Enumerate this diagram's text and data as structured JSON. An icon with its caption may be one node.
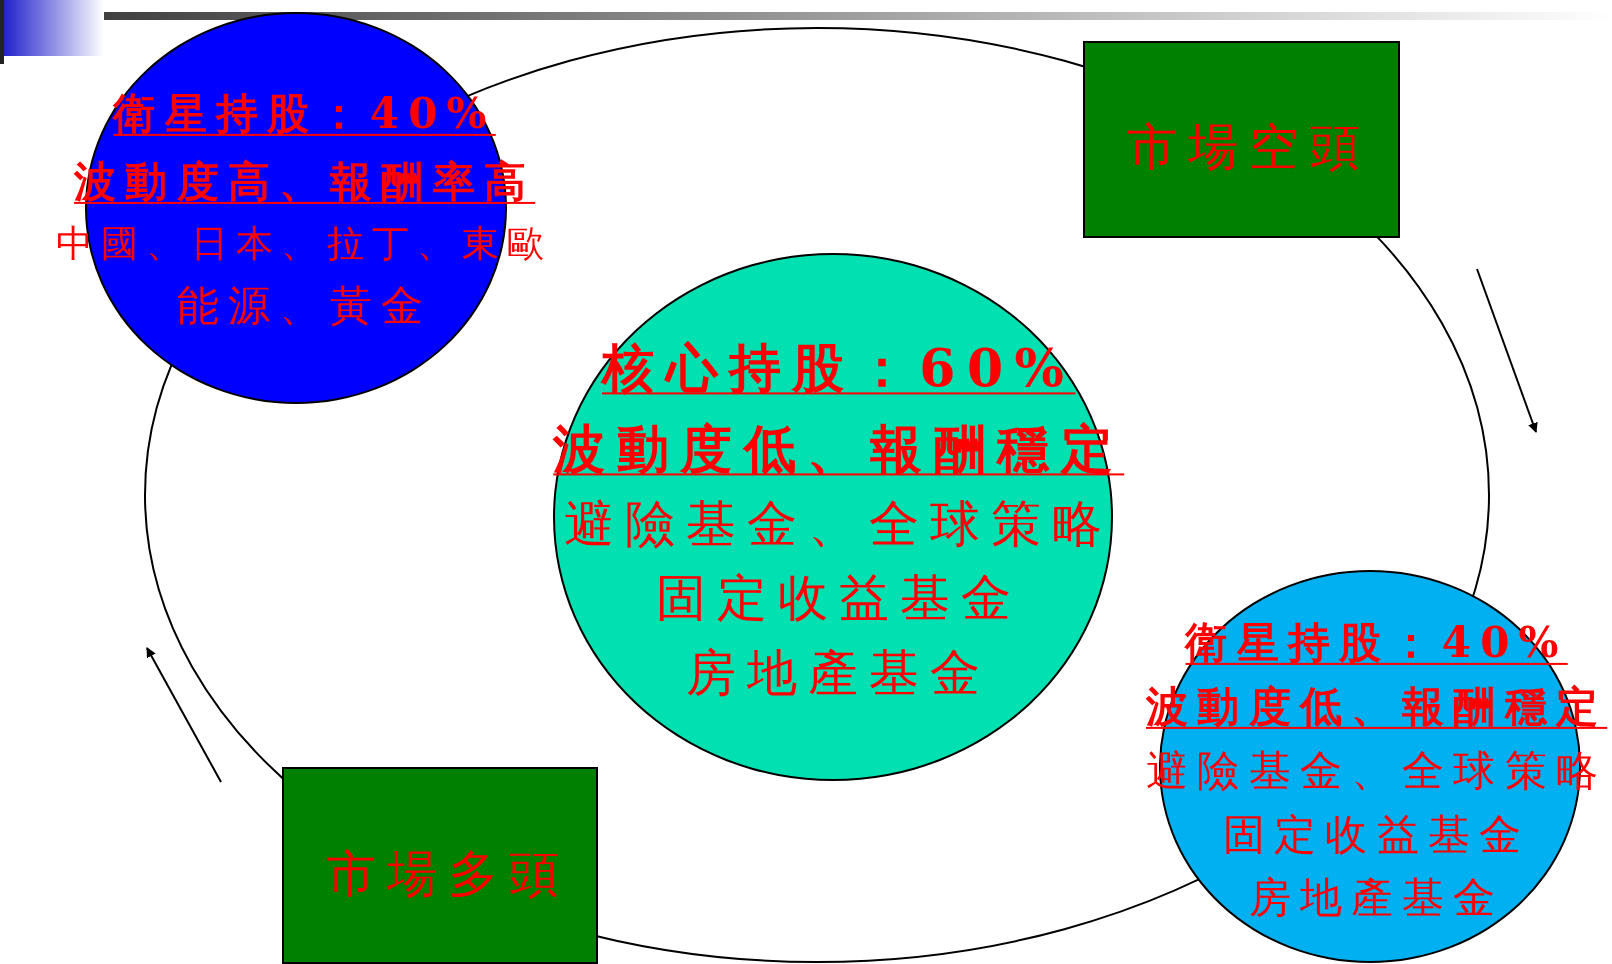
{
  "diagram": {
    "nodes": [
      {
        "text": [
          "衛星持股：40%",
          "波動度高、報酬率高",
          "中國、日本、拉丁、東歐",
          "能源、黃金"
        ]
      },
      {
        "text": [
          "市場空頭"
        ]
      },
      {
        "text": [
          "核心持股：60%",
          "波動度低、報酬穩定",
          "避險基金、全球策略",
          "固定收益基金",
          "房地產基金"
        ]
      },
      {
        "text": [
          "衛星持股：40%",
          "波動度低、報酬穩定",
          "避險基金、全球策略",
          "固定收益基金",
          "房地產基金"
        ]
      },
      {
        "text": [
          "市場多頭"
        ]
      }
    ]
  }
}
